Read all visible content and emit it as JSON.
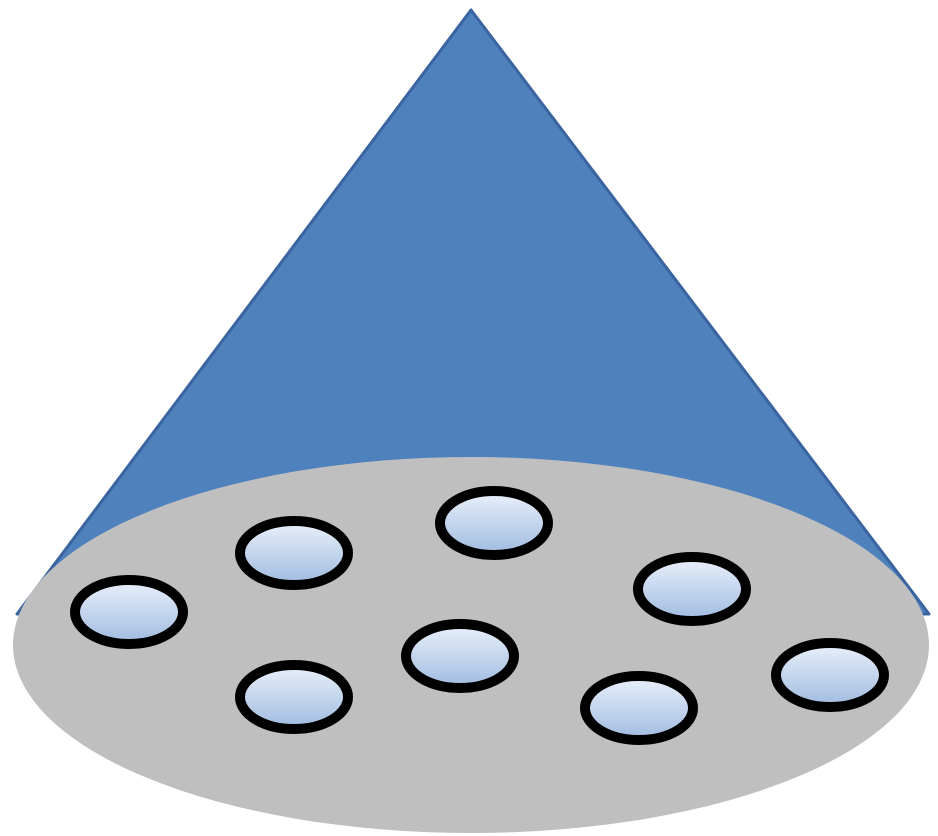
{
  "diagram": {
    "colors": {
      "background": "#ffffff",
      "cone_fill": "#4f81bd",
      "cone_stroke": "#3a64a0",
      "base_fill": "#bfbfbf",
      "spot_ring": "#000000",
      "spot_light": "#eaf1fb",
      "spot_dark": "#9fbbe0"
    },
    "shapes": [
      "cone",
      "base-ellipse"
    ],
    "spot_count": 8
  }
}
